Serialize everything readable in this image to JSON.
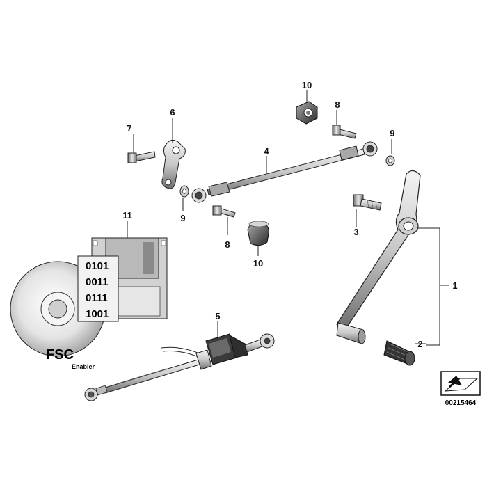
{
  "callouts": [
    "1",
    "2",
    "3",
    "4",
    "5",
    "6",
    "7",
    "8",
    "8",
    "9",
    "9",
    "10",
    "10",
    "11"
  ],
  "fsc": {
    "binary_lines": [
      "0101",
      "0011",
      "0111",
      "1001"
    ],
    "logo_text": "FSC",
    "caption": "Enabler"
  },
  "part_number": "00215464",
  "icons": [
    "direction-arrow-icon"
  ]
}
